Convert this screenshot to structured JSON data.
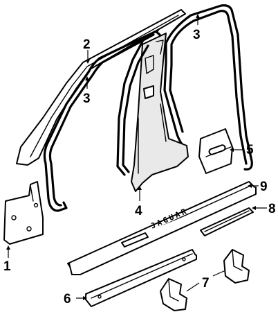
{
  "callouts": [
    {
      "id": "1",
      "label": "1"
    },
    {
      "id": "2",
      "label": "2"
    },
    {
      "id": "3a",
      "label": "3"
    },
    {
      "id": "3b",
      "label": "3"
    },
    {
      "id": "4",
      "label": "4"
    },
    {
      "id": "5",
      "label": "5"
    },
    {
      "id": "6",
      "label": "6"
    },
    {
      "id": "7",
      "label": "7"
    },
    {
      "id": "8",
      "label": "8"
    },
    {
      "id": "9",
      "label": "9"
    }
  ],
  "sill_plate_emboss": "JAGUAR"
}
